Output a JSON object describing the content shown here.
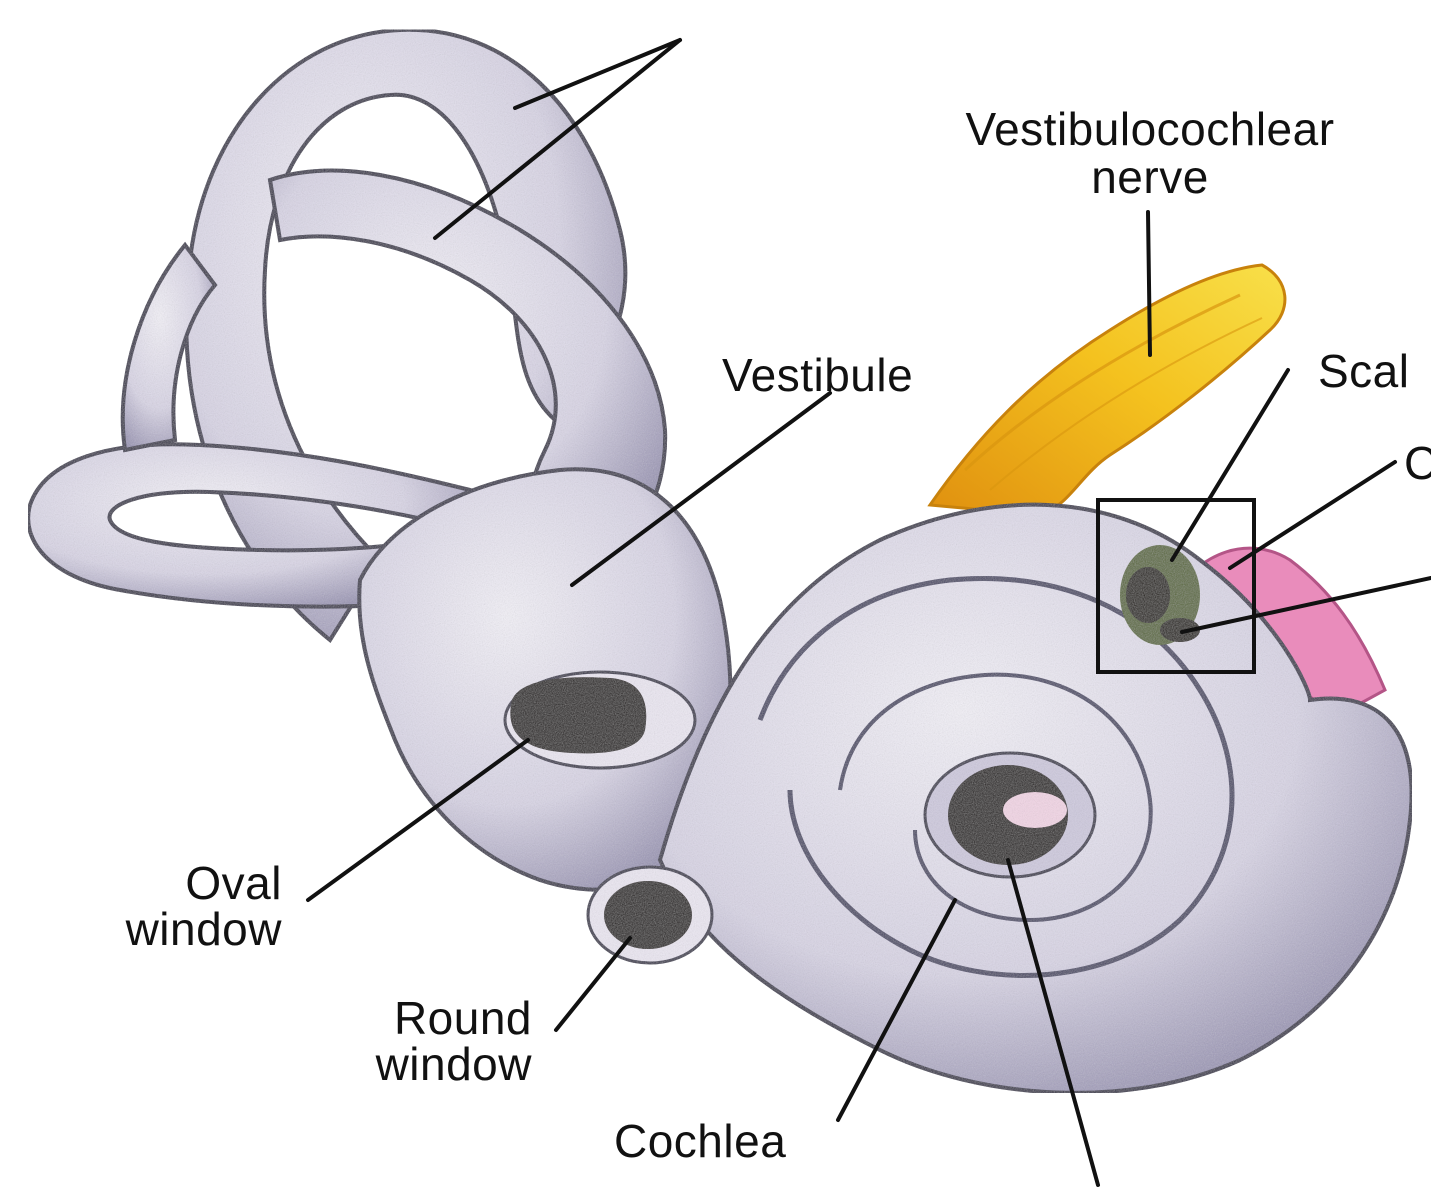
{
  "diagram": {
    "labels": {
      "vestibulocochlear_nerve": [
        "Vestibulocochlear",
        "nerve"
      ],
      "vestibule": "Vestibule",
      "scala_partial": "Scal",
      "partial_c": "C",
      "oval_window": [
        "Oval",
        "window"
      ],
      "round_window": [
        "Round",
        "window"
      ],
      "cochlea": "Cochlea"
    },
    "colors": {
      "bone": "#e4e1ee",
      "bone_shadow": "#7d7a9a",
      "bone_outline": "#3a3850",
      "nerve": "#f2b51d",
      "nerve_dark": "#d98a0f",
      "duct_pink": "#e47ab0",
      "window_dark": "#1c1414",
      "leader": "#111111"
    }
  }
}
